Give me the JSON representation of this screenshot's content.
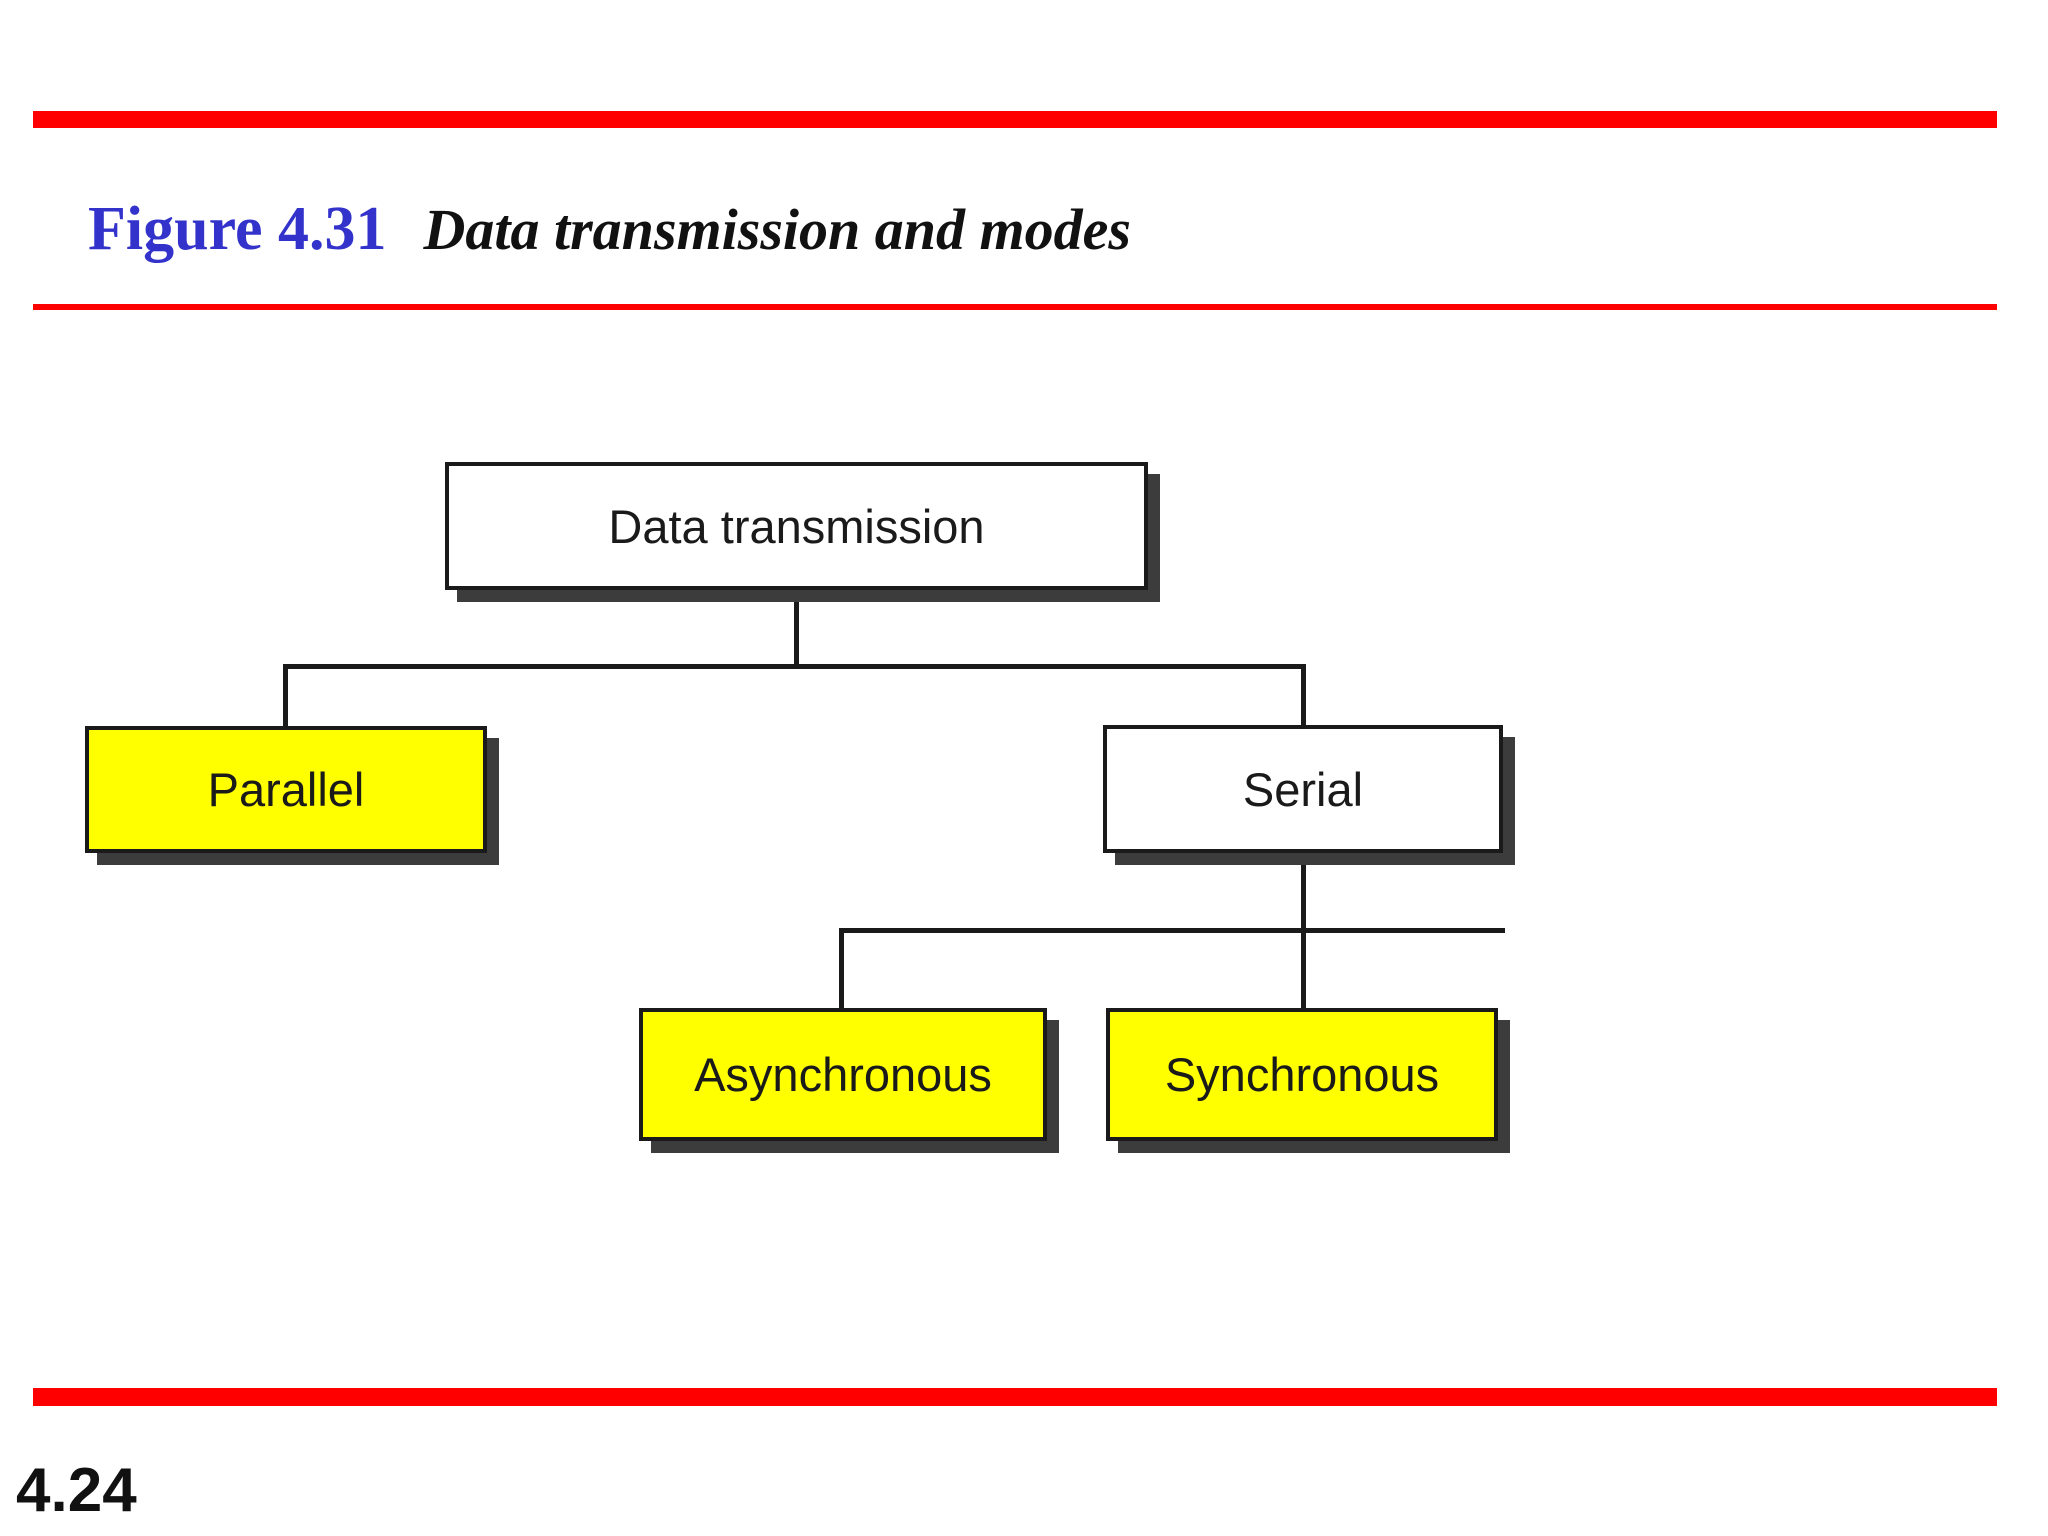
{
  "slide": {
    "figure_label": "Figure 4.31",
    "figure_title": "Data transmission and modes",
    "page_number": "4.24"
  },
  "colors": {
    "accent_red": "#FF0000",
    "figure_label_blue": "#3333CC",
    "node_yellow": "#FFFF00",
    "node_white": "#FFFFFF",
    "line_black": "#1A1A1A",
    "shadow_gray": "#3C3C3C"
  },
  "diagram": {
    "type": "tree",
    "nodes": [
      {
        "id": "data-transmission",
        "label": "Data transmission",
        "fill": "white",
        "parent": null
      },
      {
        "id": "parallel",
        "label": "Parallel",
        "fill": "yellow",
        "parent": "data-transmission"
      },
      {
        "id": "serial",
        "label": "Serial",
        "fill": "white",
        "parent": "data-transmission"
      },
      {
        "id": "asynchronous",
        "label": "Asynchronous",
        "fill": "yellow",
        "parent": "serial"
      },
      {
        "id": "synchronous",
        "label": "Synchronous",
        "fill": "yellow",
        "parent": "serial"
      }
    ]
  }
}
